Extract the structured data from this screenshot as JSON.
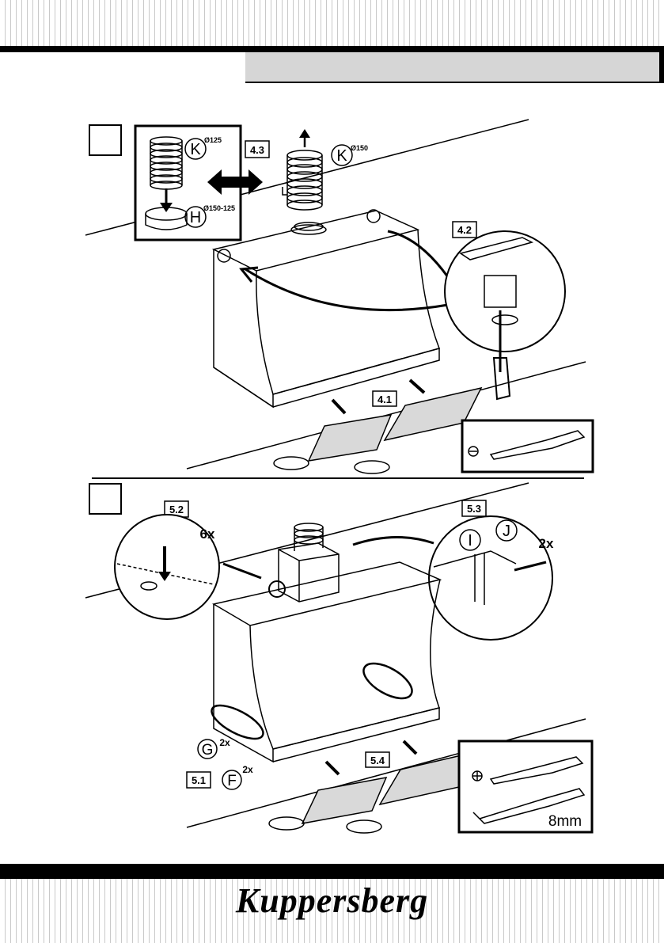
{
  "brand": {
    "logo_text": "Kuppersberg"
  },
  "step4": {
    "step_number": "",
    "labels": {
      "s41": "4.1",
      "s42": "4.2",
      "s43": "4.3"
    },
    "parts": {
      "K": "K",
      "K_dim_small": "Ø125",
      "K_dim_large": "Ø150",
      "H": "H",
      "H_dim": "Ø150-125"
    },
    "tool_icon": "flat-screwdriver-icon"
  },
  "step5": {
    "step_number": "",
    "labels": {
      "s51": "5.1",
      "s52": "5.2",
      "s53": "5.3",
      "s54": "5.4"
    },
    "counts": {
      "c52": "6x",
      "c53": "2x",
      "cG": "2x",
      "cF": "2x"
    },
    "parts": {
      "I": "I",
      "J": "J",
      "G": "G",
      "F": "F"
    },
    "tool_text": "8mm",
    "tool_icons": [
      "phillips-screwdriver-icon",
      "socket-driver-icon"
    ]
  }
}
